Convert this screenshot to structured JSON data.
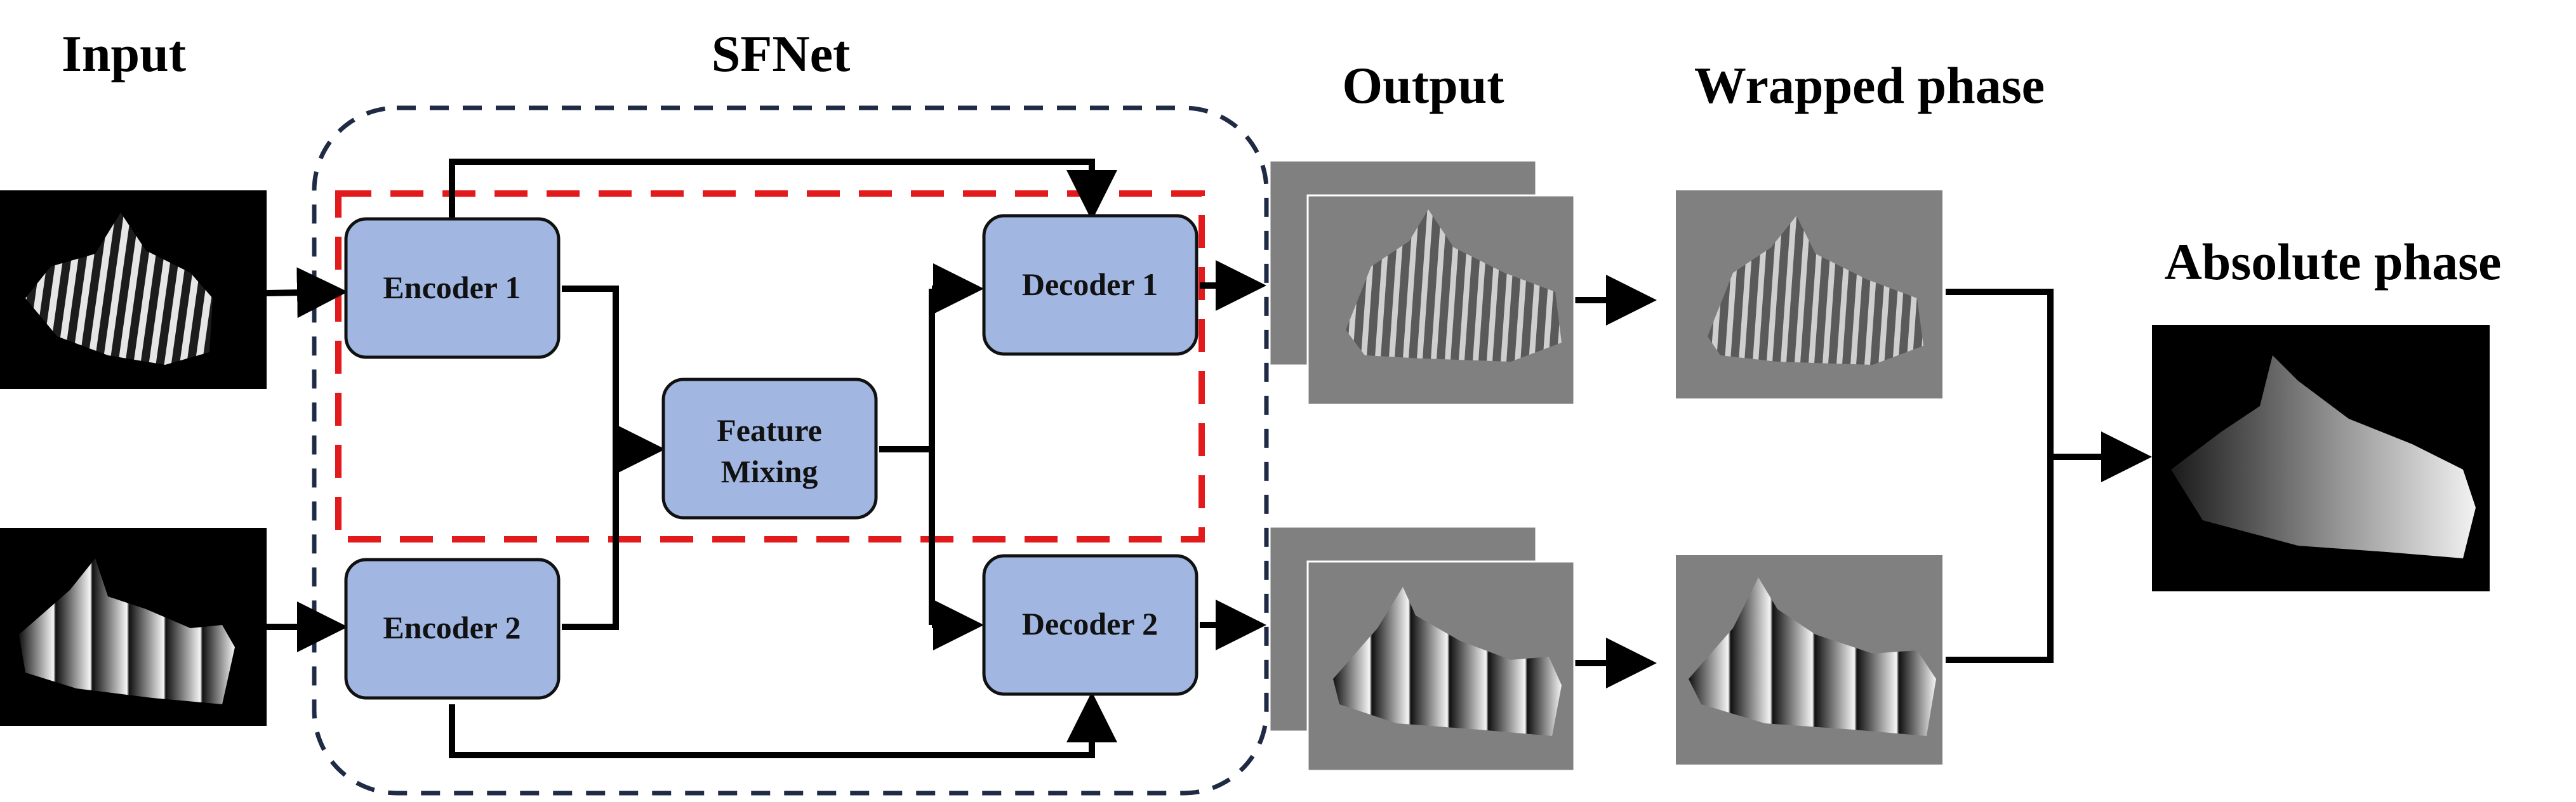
{
  "labels": {
    "input": "Input",
    "sfnet": "SFNet",
    "output": "Output",
    "wrapped_phase": "Wrapped phase",
    "absolute_phase": "Absolute phase"
  },
  "blocks": {
    "encoder1": "Encoder 1",
    "encoder2": "Encoder 2",
    "feature_mixing_line1": "Feature",
    "feature_mixing_line2": "Mixing",
    "decoder1": "Decoder 1",
    "decoder2": "Decoder 2"
  },
  "colors": {
    "block_fill": "#a1b7e1",
    "sfnet_border": "#1f2a44",
    "highlight_border": "#e31a1c",
    "image_background": "#000000",
    "output_background": "#808080"
  }
}
